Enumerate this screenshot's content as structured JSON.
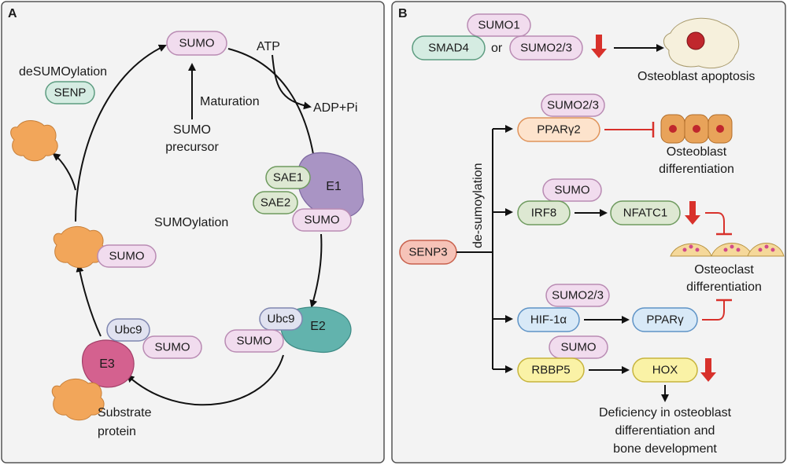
{
  "panelA": {
    "letter": "A",
    "sumo_top": "SUMO",
    "atp": "ATP",
    "adp": "ADP+Pi",
    "maturation": "Maturation",
    "precursor_line1": "SUMO",
    "precursor_line2": "precursor",
    "desumoylation": "deSUMOylation",
    "senp": "SENP",
    "sumoylation": "SUMOylation",
    "sae1": "SAE1",
    "sae2": "SAE2",
    "e1": "E1",
    "e1_sumo": "SUMO",
    "ubc9_e2": "Ubc9",
    "e2": "E2",
    "e2_sumo": "SUMO",
    "ubc9_e3": "Ubc9",
    "e3": "E3",
    "e3_sumo": "SUMO",
    "substrate_line1": "Substrate",
    "substrate_line2": "protein",
    "conj_sumo": "SUMO"
  },
  "panelB": {
    "letter": "B",
    "sumo1": "SUMO1",
    "smad4": "SMAD4",
    "or": "or",
    "sumo23_top": "SUMO2/3",
    "ob_apoptosis": "Osteoblast apoptosis",
    "senp3": "SENP3",
    "de_sumoylation": "de-sumoylation",
    "pparg2_sumo": "SUMO2/3",
    "pparg2": "PPARγ2",
    "ob_diff_line1": "Osteoblast",
    "ob_diff_line2": "differentiation",
    "irf8_sumo": "SUMO",
    "irf8": "IRF8",
    "nfatc1": "NFATC1",
    "oc_diff_line1": "Osteoclast",
    "oc_diff_line2": "differentiation",
    "hif_sumo": "SUMO2/3",
    "hif1a": "HIF-1α",
    "pparg": "PPARγ",
    "rbbp5_sumo": "SUMO",
    "rbbp5": "RBBP5",
    "hox": "HOX",
    "def_line1": "Deficiency in osteoblast",
    "def_line2": "differentiation and",
    "def_line3": "bone development"
  },
  "colors": {
    "sumo_fill": "#f1dcee",
    "sumo_stroke": "#b98bb3",
    "green_fill": "#dde8d2",
    "green_stroke": "#6e9a5e",
    "teal_fill": "#d5ece2",
    "teal_stroke": "#5d9c80",
    "peach_fill": "#fde3cc",
    "peach_stroke": "#e0935a",
    "salmon_fill": "#f6c3b8",
    "salmon_stroke": "#c8604c",
    "blue_fill": "#d8e9f7",
    "blue_stroke": "#5e93c6",
    "yellow_fill": "#faf2a6",
    "yellow_stroke": "#c7b43c",
    "red": "#d8312b",
    "protein_orange": "#f2a65a",
    "e1_purple": "#a994c4",
    "e2_teal": "#62b3ad",
    "e3_pink": "#d4618f"
  }
}
